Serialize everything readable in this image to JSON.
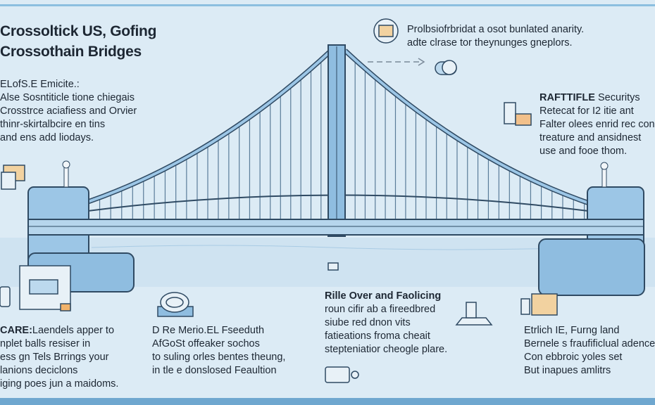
{
  "title": [
    "Crossoltick US, Gofing",
    "Crossothain Bridges"
  ],
  "top_left": {
    "heading": "ELofS.E Emicite.:",
    "lines": [
      "Alse Sosntiticle tione chiegais",
      "Crosstrce aciafiess and Orvier",
      "thinr-skirtalbcire en tins",
      "and ens add liodays."
    ]
  },
  "top_center": {
    "lines": [
      "Prolbsiofrbridat a osot bunlated anarity.",
      "adte clrase tor theynunges gneplors."
    ]
  },
  "right": {
    "heading": "RAFTTIFLE",
    "heading_rest": " Securitys",
    "lines": [
      "Retecat for I2 itie ant",
      "Falter olees enrid rec con",
      "treature and ansidnest",
      "use and fooe thom."
    ]
  },
  "bottom_left": {
    "heading": "CARE:",
    "heading_rest": "Laendels apper to",
    "lines": [
      "nplet balls resiser in",
      "ess gn Tels Brrings your",
      "lanions deciclons",
      "iging poes jun a maidoms."
    ]
  },
  "bottom_mid_left": {
    "lines": [
      "D Re Merio.EL Fseeduth",
      "AfGoSt offeaker sochos",
      "to suling orles bentes theung,",
      "in tle e donslosed Feaultion"
    ]
  },
  "bottom_center": {
    "heading": "Rille Over and Faolicing",
    "lines": [
      "roun cifir ab a fireedbred",
      "siube red dnon vits",
      "fatieations froma cheait",
      "stepteniatior cheogle plare."
    ]
  },
  "bottom_right": {
    "lines": [
      "Etrlich IE, Furng land",
      "Bernele s fraufificlual adence",
      "Con ebbroic yoles set",
      "But inapues amlitrs"
    ]
  },
  "colors": {
    "background": "#dcebf5",
    "steel": "#7fb3da",
    "outline": "#2f4a63",
    "accent": "#f2b36b"
  }
}
